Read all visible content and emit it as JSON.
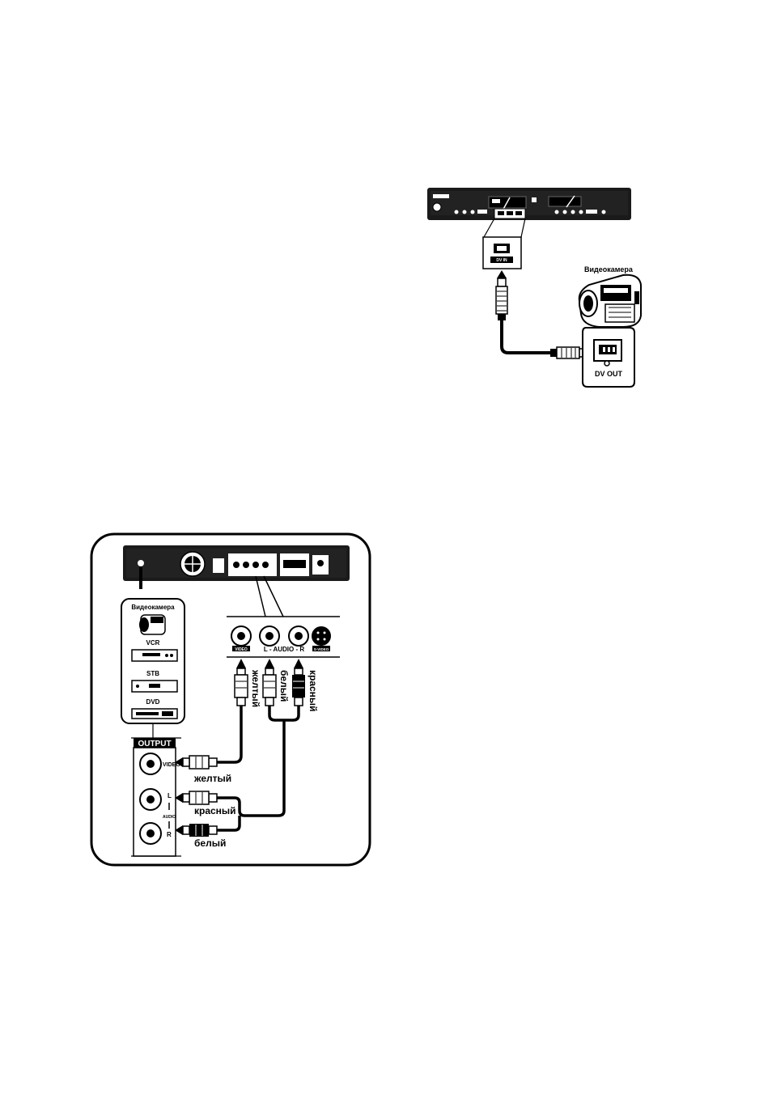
{
  "dv_diagram": {
    "camcorder_label": "Видеокамера",
    "camera_port_label": "DV OUT",
    "recorder_port_label": "DV IN"
  },
  "av_diagram": {
    "source_devices": [
      "Видеокамера",
      "VCR",
      "STB",
      "DVD"
    ],
    "recorder_jacks": {
      "video": "VIDEO",
      "audio": "L - AUDIO - R",
      "svideo": "S-VIDEO"
    },
    "output_panel": {
      "title": "OUTPUT",
      "video_jack": "VIDEO",
      "audio_l": "L",
      "audio_word": "AUDIO",
      "audio_r": "R"
    },
    "cable_labels_vertical": [
      "желтый",
      "белый",
      "красный"
    ],
    "cable_labels_horizontal": [
      "желтый",
      "красный",
      "белый"
    ]
  }
}
